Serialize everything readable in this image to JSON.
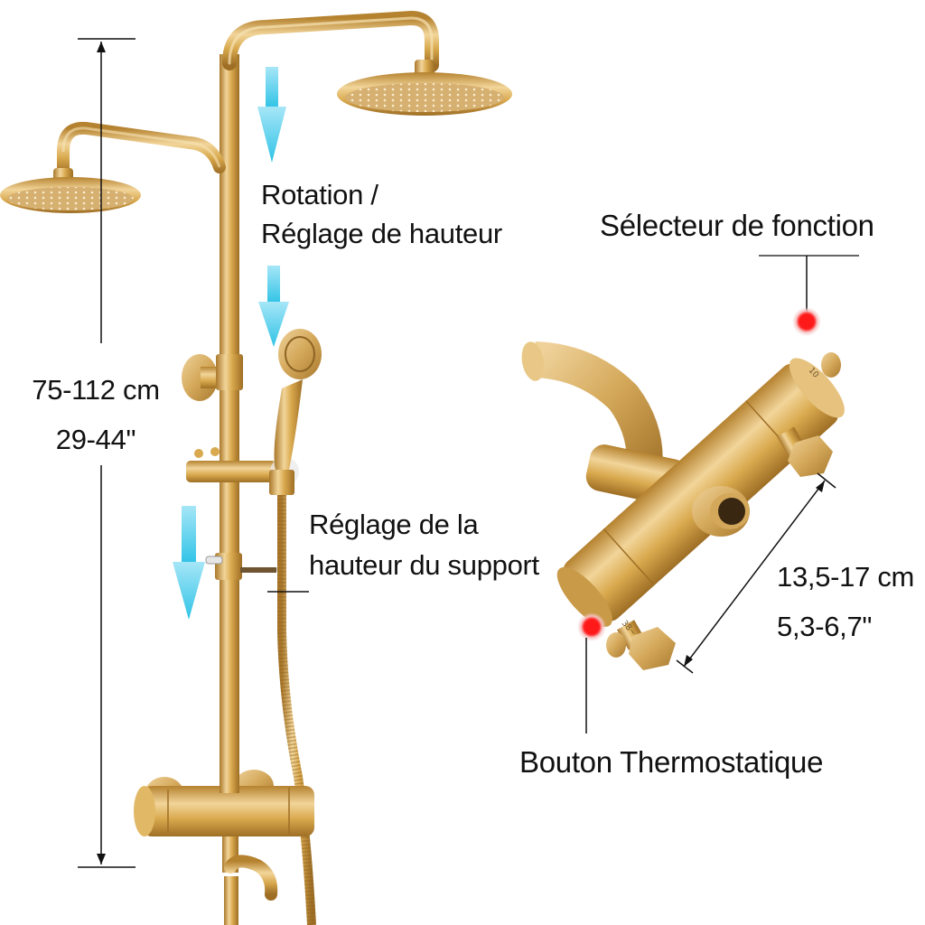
{
  "diagram": {
    "type": "annotated-product-illustration",
    "subject": "thermostatic shower column set (brushed brass)",
    "colors": {
      "brass_light": "#F2D59A",
      "brass_mid": "#D9A94E",
      "brass_dark": "#A9772A",
      "arrow_blue_top": "#A6E6F7",
      "arrow_blue_bottom": "#2FC3E6",
      "marker_red": "#FF1A1A",
      "marker_halo": "#F7C4C4",
      "line": "#111111",
      "background": "#FFFFFF"
    },
    "annotations": {
      "rotation": {
        "line1": "Rotation /",
        "line2": "Réglage de hauteur"
      },
      "total_height": {
        "metric": "75-112 cm",
        "imperial": "29-44\""
      },
      "support_height": {
        "line1": "Réglage de la",
        "line2": "hauteur du support"
      },
      "function_selector": {
        "label": "Sélecteur de fonction"
      },
      "thermostatic_knob": {
        "label": "Bouton Thermostatique"
      },
      "valve_body_length": {
        "metric": "13,5-17 cm",
        "imperial": "5,3-6,7\""
      }
    },
    "arrows": [
      {
        "id": "arrow-rotation",
        "direction": "down",
        "meaning": "rotation / height adjustment"
      },
      {
        "id": "arrow-handshower",
        "direction": "down",
        "meaning": "hand shower"
      },
      {
        "id": "arrow-support",
        "direction": "down",
        "meaning": "support height adjustment"
      }
    ],
    "markers": [
      {
        "id": "marker-selector",
        "color": "red",
        "points_to": "function selector"
      },
      {
        "id": "marker-thermostat",
        "color": "red",
        "points_to": "thermostatic knob"
      }
    ]
  }
}
